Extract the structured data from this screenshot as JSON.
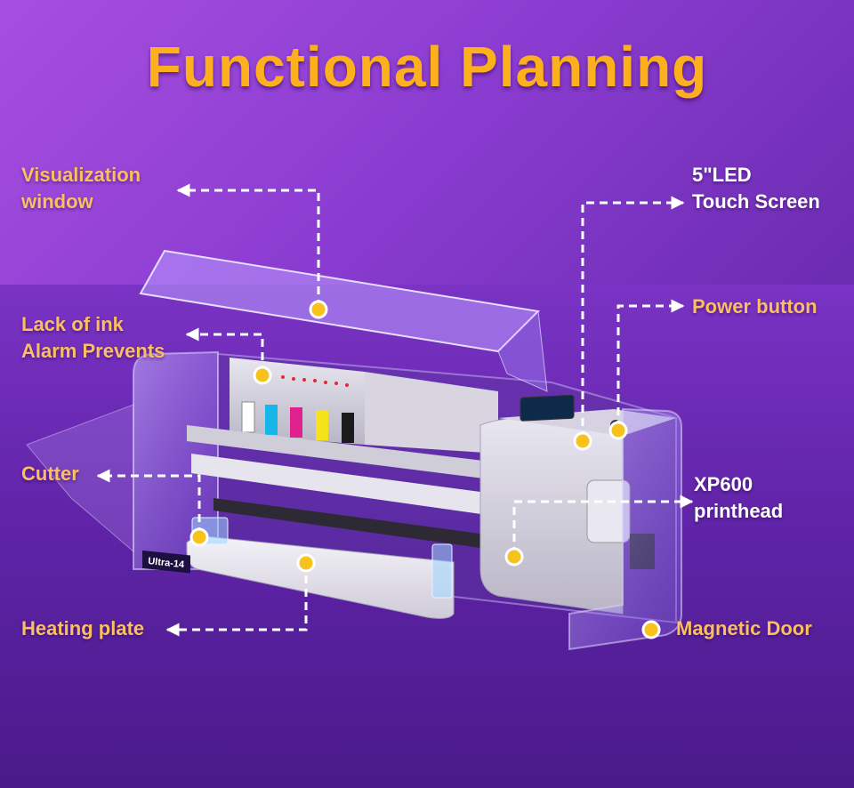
{
  "title": "Functional Planning",
  "labels": {
    "visualization_window": {
      "line1": "Visualization",
      "line2": "window"
    },
    "touch_screen": {
      "line1": "5\"LED",
      "line2": "Touch Screen"
    },
    "power_button": "Power button",
    "lack_of_ink": {
      "line1": "Lack of ink",
      "line2": "Alarm Prevents"
    },
    "cutter": "Cutter",
    "printhead": {
      "line1": "XP600",
      "line2": "printhead"
    },
    "heating_plate": "Heating plate",
    "magnetic_door": "Magnetic Door"
  },
  "device_badge": "Ultra-14",
  "colors": {
    "title": "#fdb01e",
    "label_orange": "#fbbf63",
    "label_white": "#ffffff",
    "marker": "#f6c21b",
    "leader": "#ffffff",
    "background": "#8a3cd0"
  },
  "ink_colors": [
    "#ffffff",
    "#16b7e8",
    "#e0208c",
    "#f5e21a",
    "#1b1b1b"
  ]
}
